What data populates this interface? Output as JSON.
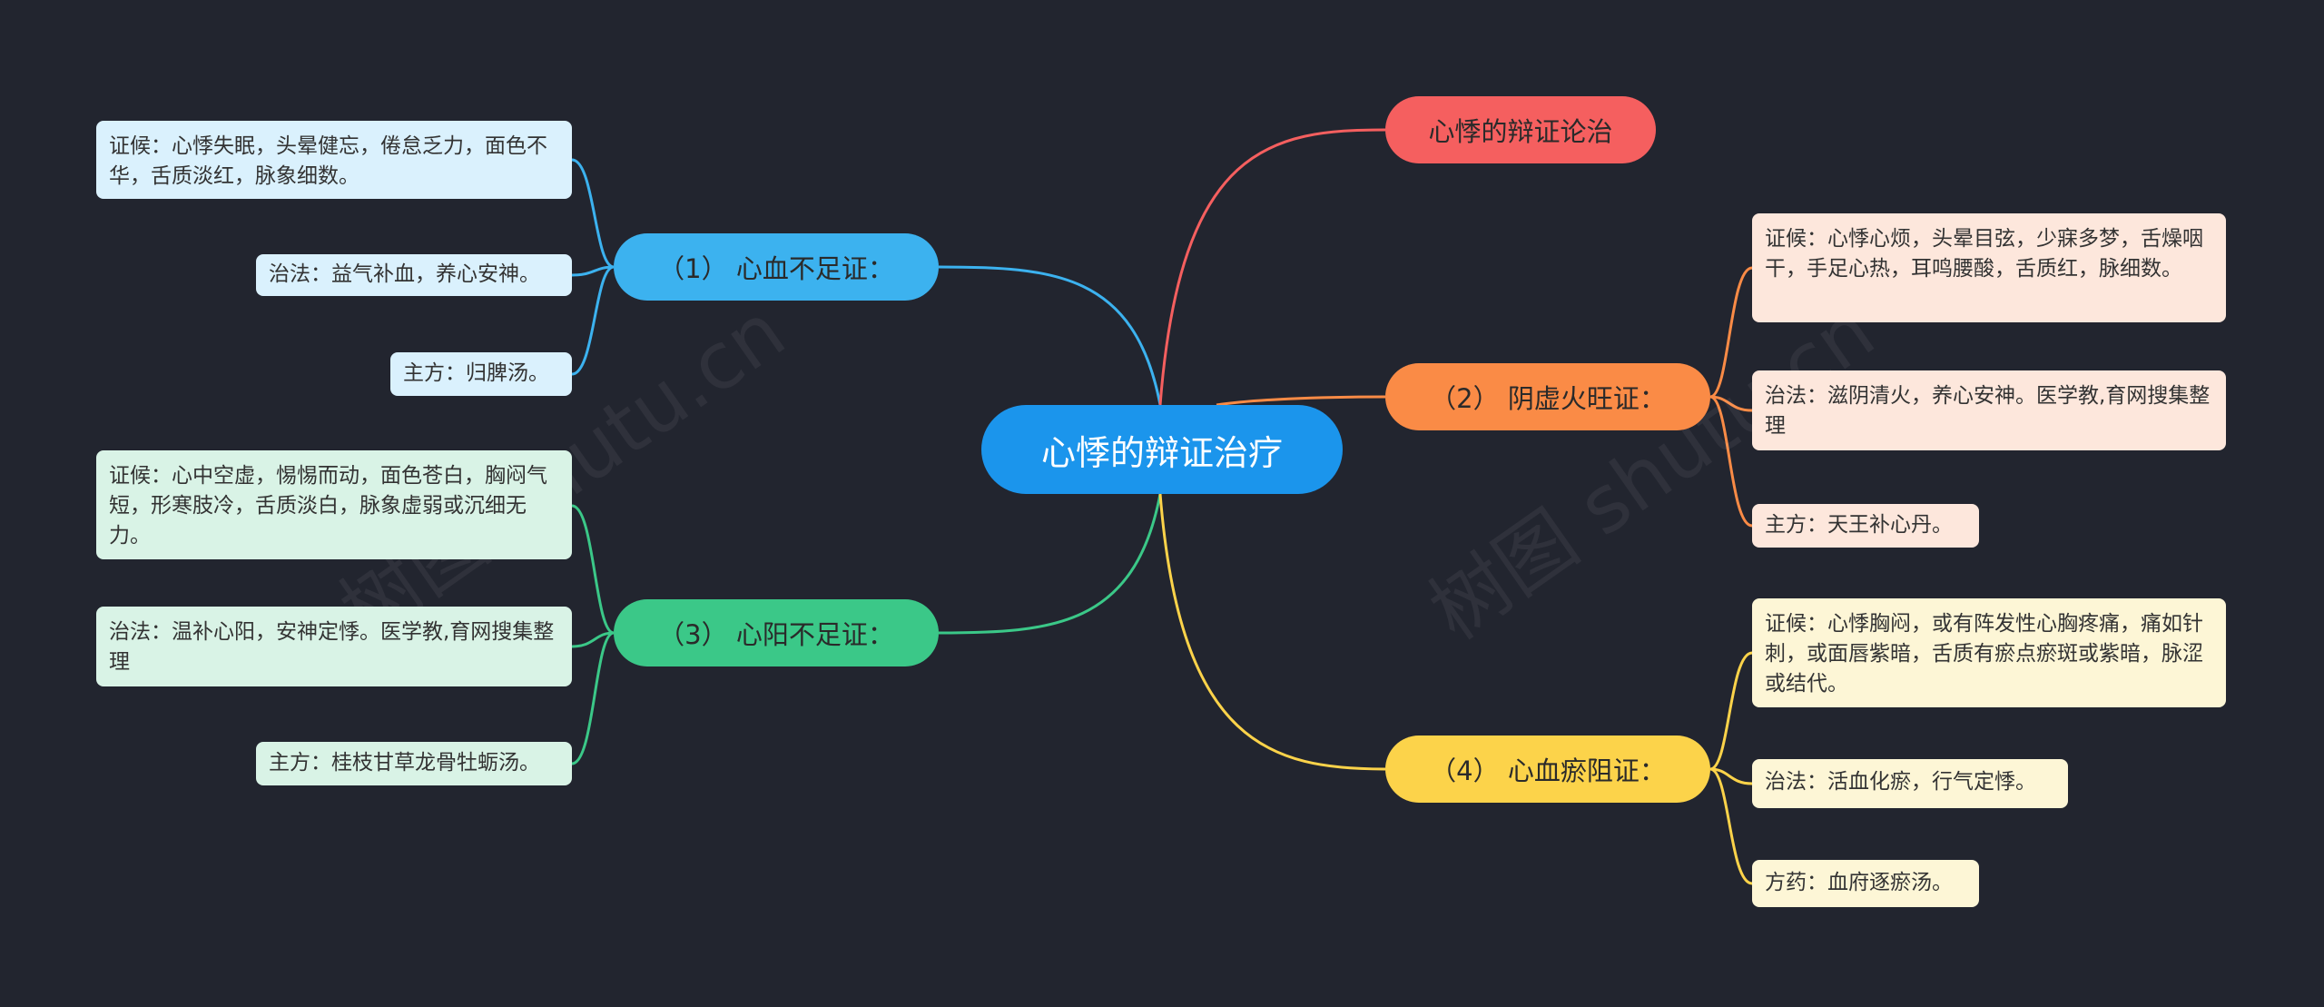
{
  "colors": {
    "background": "#22252f",
    "center": "#1b95ec",
    "blue": "#3cb2ef",
    "red": "#f55f5f",
    "orange": "#fa8b46",
    "green": "#3bc888",
    "yellow": "#fcd34a"
  },
  "center": {
    "label": "心悸的辩证治疗"
  },
  "branches": {
    "b1": {
      "label": "（1） 心血不足证："
    },
    "b2": {
      "label": "心悸的辩证论治"
    },
    "b3": {
      "label": "（2） 阴虚火旺证："
    },
    "b4": {
      "label": "（3） 心阳不足证："
    },
    "b5": {
      "label": "（4） 心血瘀阻证："
    }
  },
  "leaves": {
    "b1_l1": "证候：心悸失眠，头晕健忘，倦怠乏力，面色不华，舌质淡红，脉象细数。",
    "b1_l2": "治法：益气补血，养心安神。",
    "b1_l3": "主方：归脾汤。",
    "b3_l1": "证候：心悸心烦，头晕目弦，少寐多梦，舌燥咽干，手足心热，耳鸣腰酸，舌质红，脉细数。",
    "b3_l2": "治法：滋阴清火，养心安神。医学教,育网搜集整理",
    "b3_l3": "主方：天王补心丹。",
    "b4_l1": "证候：心中空虚，惕惕而动，面色苍白，胸闷气短，形寒肢冷，舌质淡白，脉象虚弱或沉细无力。",
    "b4_l2": "治法：温补心阳，安神定悸。医学教,育网搜集整理",
    "b4_l3": "主方：桂枝甘草龙骨牡蛎汤。",
    "b5_l1": "证候：心悸胸闷，或有阵发性心胸疼痛，痛如针刺，或面唇紫暗，舌质有瘀点瘀斑或紫暗，脉涩或结代。",
    "b5_l2": "治法：活血化瘀，行气定悸。",
    "b5_l3": "方药：血府逐瘀汤。"
  },
  "watermark": "树图 shutu.cn"
}
